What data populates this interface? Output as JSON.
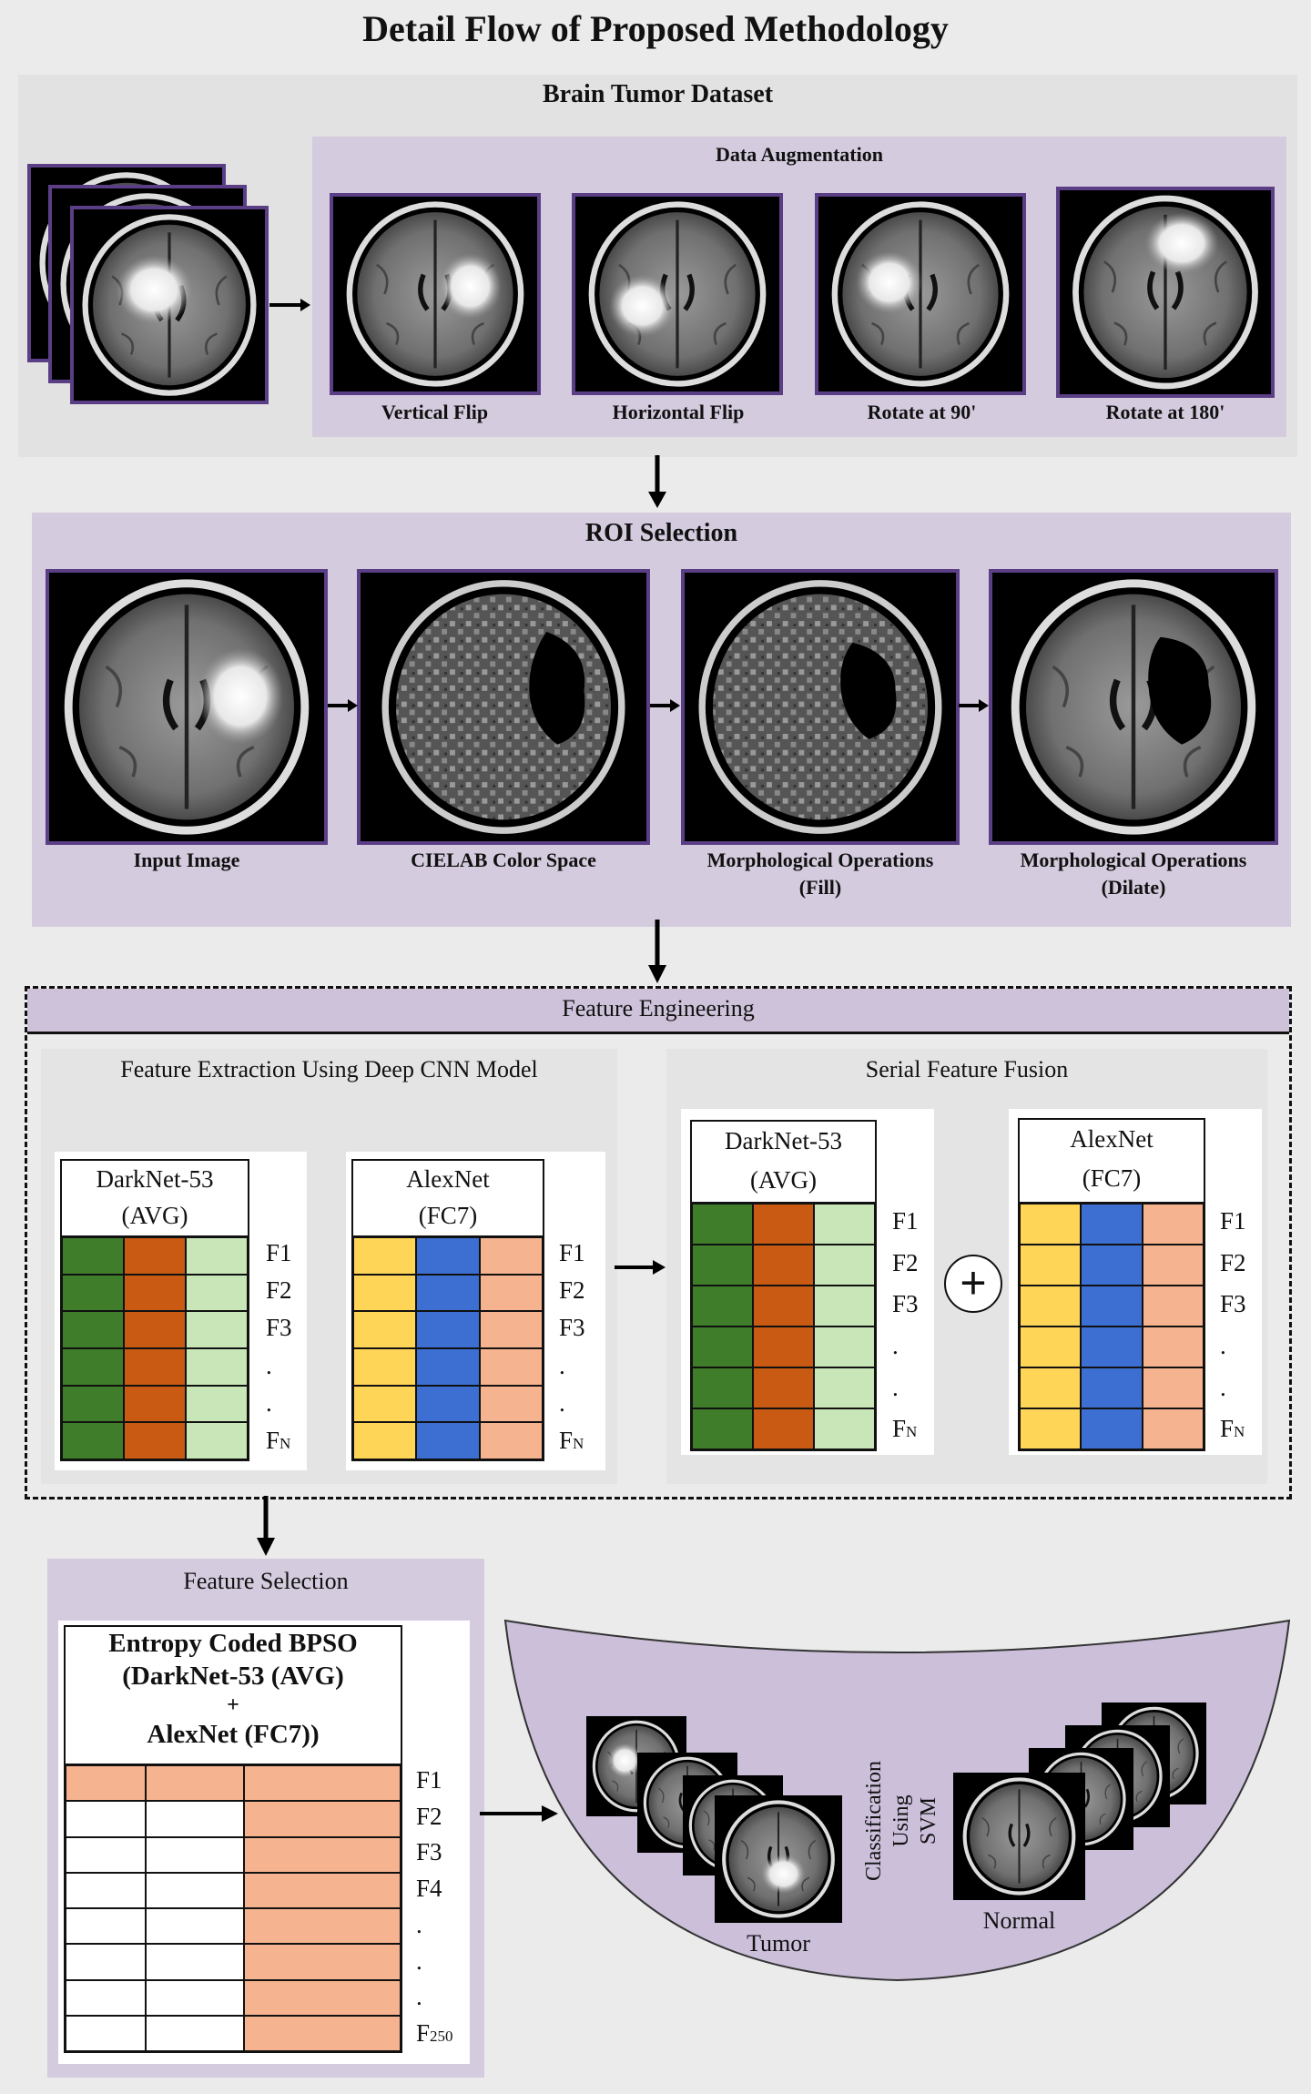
{
  "title": "Detail Flow of Proposed Methodology",
  "dataset": {
    "header": "Brain Tumor Dataset",
    "augmentation_header": "Data Augmentation",
    "augmentations": [
      "Vertical Flip",
      "Horizontal Flip",
      "Rotate at 90'",
      "Rotate at 180'"
    ]
  },
  "roi": {
    "header": "ROI Selection",
    "steps": [
      "Input Image",
      "CIELAB Color Space",
      "Morphological Operations\n(Fill)",
      "Morphological Operations\n(Dilate)"
    ]
  },
  "feature_engineering": {
    "header": "Feature Engineering",
    "extraction_header": "Feature Extraction Using Deep CNN Model",
    "fusion_header": "Serial Feature Fusion",
    "darknet_label": "DarkNet-53\n(AVG)",
    "alexnet_label": "AlexNet\n(FC7)",
    "row_labels": [
      "F1",
      "F2",
      "F3",
      ".",
      ".",
      "F"
    ],
    "last_subscript": "N",
    "plus_symbol": "+"
  },
  "feature_selection": {
    "header": "Feature Selection",
    "method_lines": [
      "Entropy Coded BPSO",
      "(DarkNet-53 (AVG)",
      "+",
      "AlexNet (FC7))"
    ],
    "row_labels": [
      "F1",
      "F2",
      "F3",
      "F4",
      ".",
      ".",
      ".",
      "F"
    ],
    "last_subscript": "250"
  },
  "classification": {
    "method_lines": [
      "Classification",
      "Using",
      "SVM"
    ],
    "classes": [
      "Tumor",
      "Normal"
    ]
  },
  "colors": {
    "dark_green": "#3f7d2a",
    "orange": "#c85a13",
    "light_green": "#c8e6b8",
    "yellow": "#ffd557",
    "blue": "#3c6fd1",
    "peach": "#f5b38f",
    "lavender": "#d4cbde"
  }
}
